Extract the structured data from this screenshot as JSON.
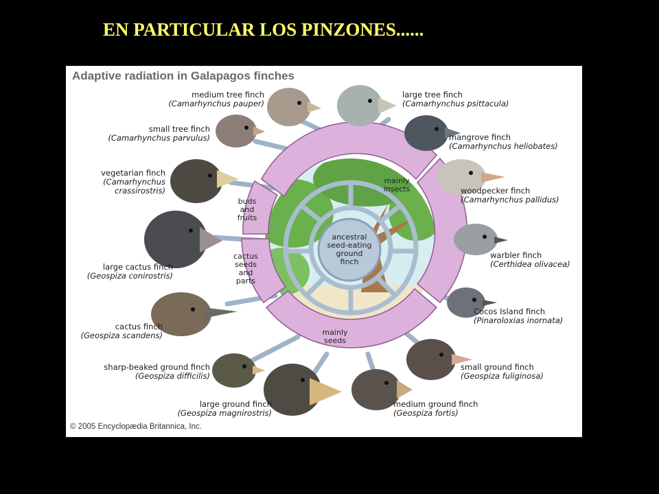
{
  "slide_title": "EN PARTICULAR LOS PINZONES......",
  "figure": {
    "title": "Adaptive radiation in Galapagos finches",
    "copyright": "© 2005 Encyclopædia Britannica, Inc.",
    "center_label": [
      "ancestral",
      "seed-eating",
      "ground",
      "finch"
    ],
    "food_groups": {
      "insects": [
        "mainly",
        "insects"
      ],
      "buds": [
        "buds",
        "and",
        "fruits"
      ],
      "cactus": [
        "cactus",
        "seeds",
        "and",
        "parts"
      ],
      "seeds": [
        "mainly",
        "seeds"
      ]
    },
    "colors": {
      "ring": "#d9a8d8",
      "ring_stroke": "#8e5a8e",
      "branch": "#6e8fb3",
      "sky": "#cfe8ee"
    },
    "finches": [
      {
        "common": "medium tree finch",
        "scientific": "(Camarhynchus pauper)"
      },
      {
        "common": "large tree finch",
        "scientific": "(Camarhynchus psittacula)"
      },
      {
        "common": "small tree finch",
        "scientific": "(Camarhynchus parvulus)"
      },
      {
        "common": "mangrove finch",
        "scientific": "(Camarhynchus heliobates)"
      },
      {
        "common": "vegetarian finch",
        "scientific": "(Camarhynchus",
        "scientific2": "crassirostris)"
      },
      {
        "common": "woodpecker finch",
        "scientific": "(Camarhynchus pallidus)"
      },
      {
        "common": "large cactus finch",
        "scientific": "(Geospiza conirostris)"
      },
      {
        "common": "warbler finch",
        "scientific": "(Certhidea olivacea)"
      },
      {
        "common": "Cocos Island finch",
        "scientific": "(Pinaroloxias inornata)"
      },
      {
        "common": "cactus finch",
        "scientific": "(Geospiza scandens)"
      },
      {
        "common": "small ground finch",
        "scientific": "(Geospiza fuliginosa)"
      },
      {
        "common": "sharp-beaked ground finch",
        "scientific": "(Geospiza difficilis)"
      },
      {
        "common": "medium ground finch",
        "scientific": "(Geospiza fortis)"
      },
      {
        "common": "large ground finch",
        "scientific": "(Geospiza magnirostris)"
      }
    ]
  }
}
